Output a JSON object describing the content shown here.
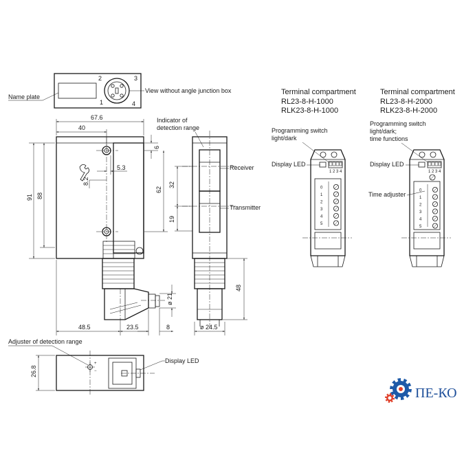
{
  "labels": {
    "name_plate": "Name plate",
    "view_without_junction": "View without angle junction box",
    "indicator_line1": "Indicator of",
    "indicator_line2": "detection range",
    "receiver": "Receiver",
    "transmitter": "Transmitter",
    "adjuster": "Adjuster of detection range",
    "display_led_bottom": "Display LED"
  },
  "pins": [
    "1",
    "2",
    "3",
    "4"
  ],
  "dimensions": {
    "d67_6": "67.6",
    "d40": "40",
    "d6": "6",
    "d5_3": "5.3",
    "d8_2": "8.2",
    "d91": "91",
    "d88": "88",
    "d62": "62",
    "d32": "32",
    "d19": "19",
    "d48": "48",
    "d21": "ø 21",
    "d48_5": "48.5",
    "d23_5": "23.5",
    "d8": "8",
    "d24_5": "ø 24.5",
    "d26_8": "26.8"
  },
  "compartment_left": {
    "title": "Terminal compartment",
    "model1": "RL23-8-H-1000",
    "model2": "RLK23-8-H-1000",
    "switch_line1": "Programming switch",
    "switch_line2": "light/dark",
    "led": "Display LED",
    "switch_numbers": "1 2 3 4",
    "terminals": [
      "0",
      "1",
      "2",
      "3",
      "4",
      "5"
    ]
  },
  "compartment_right": {
    "title": "Terminal compartment",
    "model1": "RL23-8-H-2000",
    "model2": "RLK23-8-H-2000",
    "switch_line1": "Programming switch",
    "switch_line2": "light/dark;",
    "switch_line3": "time functions",
    "led": "Display LED",
    "time_adjuster": "Time adjuster",
    "switch_numbers": "1 2 3 4",
    "terminals": [
      "0",
      "1",
      "2",
      "3",
      "4",
      "5"
    ]
  },
  "logo": {
    "text": "ПЕ-КО",
    "gear_color": "#1e5aa8",
    "gear_accent": "#e0402a"
  }
}
